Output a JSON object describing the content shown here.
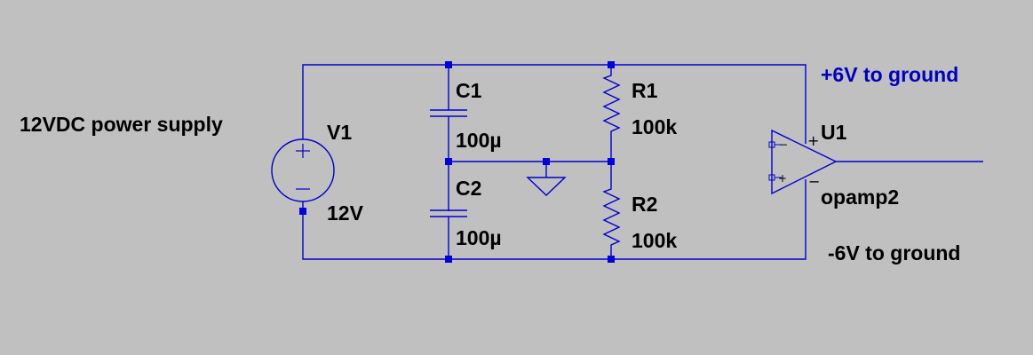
{
  "colors": {
    "background": "#c0c0c0",
    "wire": "#0000d0",
    "junction": "#0000e0",
    "label_text": "#000000",
    "net_label_text": "#0000c0"
  },
  "labels": {
    "supply_note": "12VDC power supply",
    "positive_rail_note": "+6V to ground",
    "negative_rail_note": "-6V to ground"
  },
  "components": {
    "v1": {
      "name": "V1",
      "value": "12V",
      "symbol_plus": "+",
      "symbol_minus": "−"
    },
    "c1": {
      "name": "C1",
      "value": "100µ"
    },
    "c2": {
      "name": "C2",
      "value": "100µ"
    },
    "r1": {
      "name": "R1",
      "value": "100k"
    },
    "r2": {
      "name": "R2",
      "value": "100k"
    },
    "u1": {
      "name": "U1",
      "value": "opamp2",
      "pin_plus": "+",
      "pin_minus": "−"
    }
  }
}
